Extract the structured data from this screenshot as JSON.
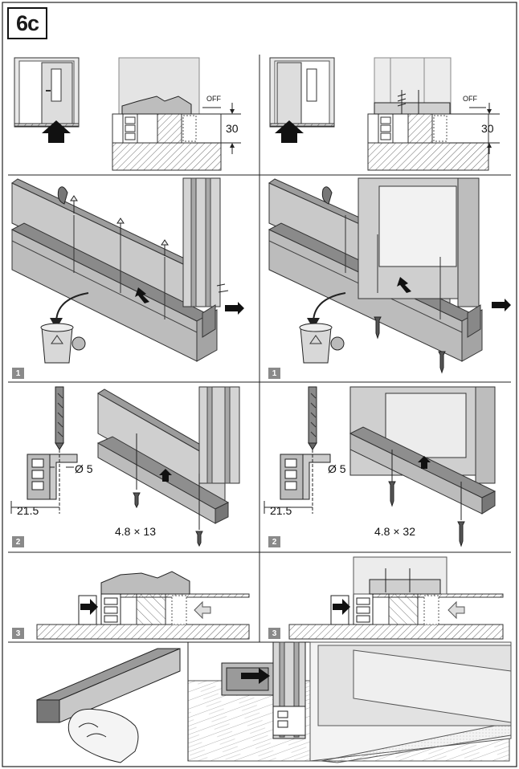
{
  "figure": {
    "title": "6c",
    "step_tags": [
      "1",
      "1",
      "2",
      "2",
      "3",
      "3"
    ],
    "left_column": {
      "off_label": "OFF",
      "height_value": "30",
      "hole_diameter": "Ø 5",
      "offset_value": "21.5",
      "screw_size": "4.8 × 13"
    },
    "right_column": {
      "off_label": "OFF",
      "height_value": "30",
      "hole_diameter": "Ø 5",
      "offset_value": "21.5",
      "screw_size": "4.8 × 32"
    },
    "colors": {
      "profile": "#c9c9c9",
      "profile_dark": "#7d7d7d",
      "outline": "#2a2a2a",
      "arrow": "#111111"
    },
    "icons": [
      "door-icon",
      "up-arrow-icon",
      "recycle-bin-icon",
      "drill-bit-icon",
      "screw-icon",
      "hand-icon"
    ]
  }
}
